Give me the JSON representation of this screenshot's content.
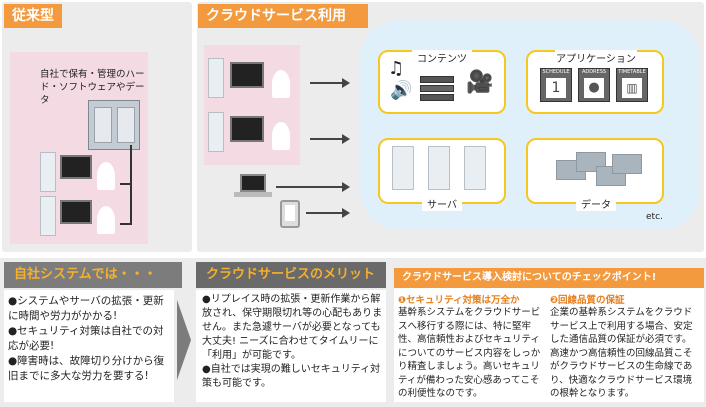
{
  "traditional": {
    "title": "従来型",
    "note": "自社で保有・管理のハード・ソフトウェアやデータ"
  },
  "cloud_usage": {
    "title": "クラウドサービス利用",
    "categories": {
      "contents": "コンテンツ",
      "application": "アプリケーション",
      "server": "サーバ",
      "data": "データ"
    },
    "app_tiles": [
      "SCHEDULE",
      "ADDRESS",
      "TIMETABLE"
    ],
    "app_tile_number": "1",
    "etc": "etc."
  },
  "own_system": {
    "title": "自社システムでは・・・",
    "points": [
      "●システムやサーバの拡張・更新に時間や労力がかかる!",
      "●セキュリティ対策は自社での対応が必要!",
      "●障害時は、故障切り分けから復旧までに多大な労力を要する!"
    ]
  },
  "cloud_merit": {
    "title": "クラウドサービスのメリット",
    "points": [
      "●リプレイス時の拡張・更新作業から解放され、保守期限切れ等の心配もありません。また急遽サーバが必要となっても大丈夫! ニーズに合わせてタイムリーに「利用」が可能です。",
      "●自社では実現の難しいセキュリティ対策も可能です。"
    ]
  },
  "checkpoints": {
    "title": "クラウドサービス導入検討についてのチェックポイント!",
    "items": [
      {
        "heading": "❶セキュリティ対策は万全か",
        "body": "基幹系システムをクラウドサービスへ移行する際には、特に堅牢性、高信頼性およびセキュリティについてのサービス内容をしっかり精査しましょう。高いセキュリティが備わった安心感あってこその利便性なのです。"
      },
      {
        "heading": "❷回線品質の保証",
        "body": "企業の基幹系システムをクラウドサービス上で利用する場合、安定した通信品質の保証が必須です。高速かつ高信頼性の回線品質こそがクラウドサービスの生命線であり、快適なクラウドサービス環境の根幹となります。"
      }
    ]
  },
  "colors": {
    "accent_orange": "#f39a3e",
    "pink": "#f4dbe3",
    "cloud_blue": "#dff0fa",
    "category_border": "#f6c71f",
    "header_gray": "#7c7c7c"
  }
}
